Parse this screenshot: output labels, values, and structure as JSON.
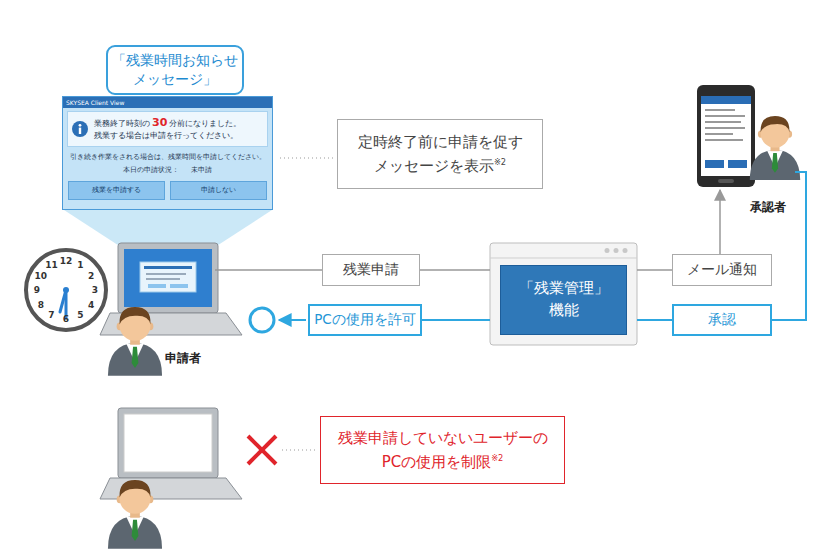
{
  "diagram": {
    "nodes": [
      {
        "text": [
          "「残業時間お知らせ メッセージ」"
        ]
      },
      {
        "text": [
          "SKYSEA Client View",
          "業務終了時刻の",
          "30",
          "分前になりました。",
          "残業する場合は申請を行ってください。",
          "引き続き作業をされる場合は、残業時間を申請してください。",
          "本日の申請状況：",
          "未申請"
        ]
      },
      {
        "text": [
          "残業を申請する"
        ],
        "in": 1
      },
      {
        "text": [
          "申請しない"
        ],
        "in": 1
      },
      {
        "text": [
          "定時終了前に申請を促す メッセージを表示",
          "※2"
        ]
      },
      {
        "text": [
          "承認者"
        ]
      },
      {
        "text": [
          "申請者"
        ]
      },
      {
        "text": [
          "残業申請"
        ]
      },
      {
        "text": [
          "「残業管理」 機能"
        ]
      },
      {
        "text": [
          "メール通知"
        ]
      },
      {
        "text": [
          "PCの使用を許可"
        ]
      },
      {
        "text": [
          "承認"
        ]
      },
      {
        "text": [
          "残業申請していないユーザーの PCの使用を制限",
          "※2"
        ]
      }
    ],
    "edges": [
      {
        "from": 6,
        "to": 7,
        "arrow": "none"
      },
      {
        "from": 7,
        "to": 8,
        "arrow": "none"
      },
      {
        "from": 8,
        "to": 9,
        "arrow": "none"
      },
      {
        "from": 9,
        "to": 5,
        "arrow": "to"
      },
      {
        "from": 5,
        "to": 11,
        "arrow": "none"
      },
      {
        "from": 11,
        "to": 8,
        "arrow": "none"
      },
      {
        "from": 8,
        "to": 10,
        "arrow": "none"
      }
    ],
    "labels": [
      "12",
      "1",
      "2",
      "3",
      "4",
      "5",
      "6",
      "7",
      "8",
      "9",
      "10",
      "11"
    ]
  }
}
